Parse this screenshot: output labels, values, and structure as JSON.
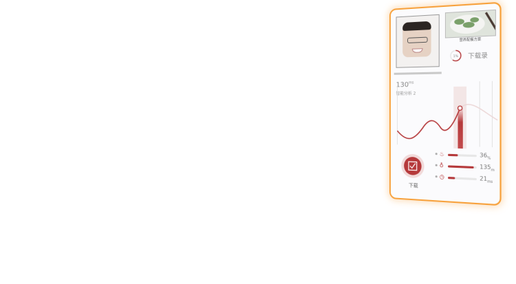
{
  "card": {
    "food_caption": "营养配餐方案",
    "ring_label": "下载录",
    "ring_inner": "1%",
    "big_value": "130",
    "big_unit": "ms",
    "small_label": "智能分析 2",
    "logo_label": "下载",
    "stats": [
      {
        "icon": "flame-icon",
        "glyph": "♨",
        "value": "36",
        "unit": "%",
        "level": 0.35
      },
      {
        "icon": "bottle-icon",
        "glyph": "♁",
        "value": "135",
        "unit": "m",
        "level": 0.9
      },
      {
        "icon": "clock-icon",
        "glyph": "◷",
        "value": "21",
        "unit": "ms",
        "level": 0.25
      }
    ]
  },
  "colors": {
    "accent": "#b5393b",
    "frame": "#f7a13c"
  }
}
